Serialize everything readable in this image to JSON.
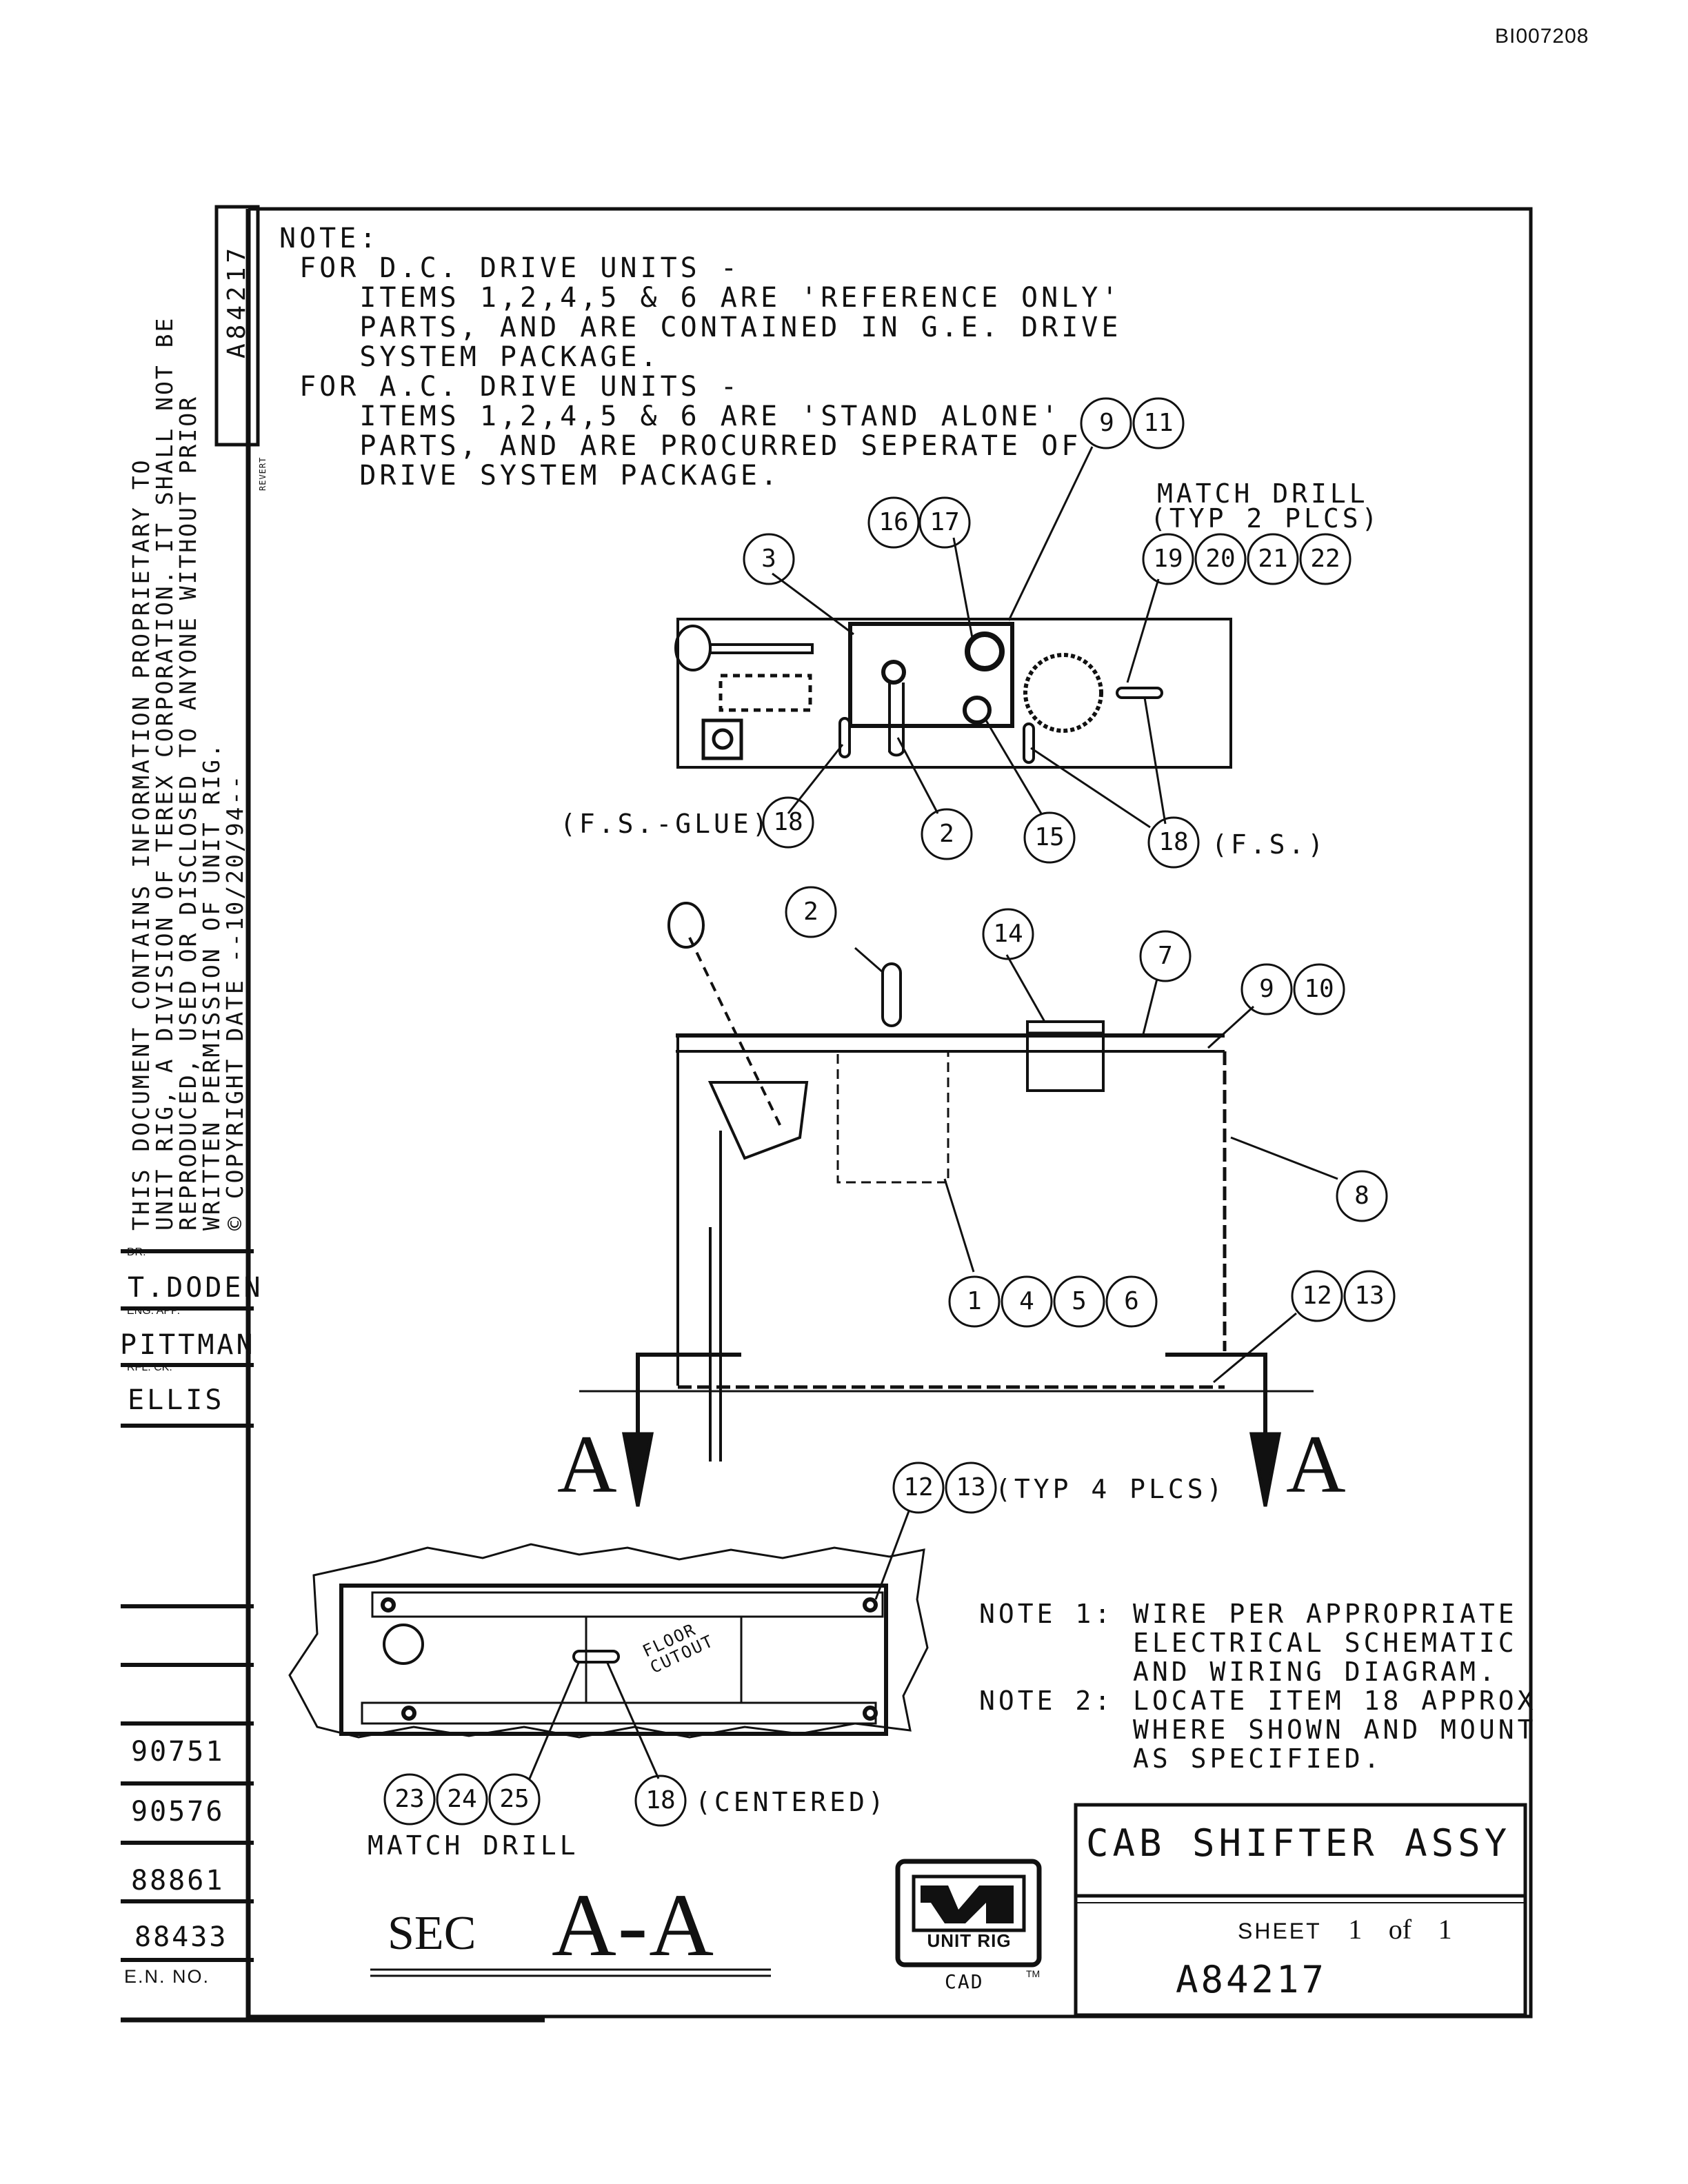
{
  "doc_id": "BI007208",
  "drawing_number_vertical": "A84217",
  "notes_top": {
    "title": "NOTE:",
    "lines": [
      "FOR D.C. DRIVE UNITS -",
      "ITEMS 1,2,4,5 & 6 ARE 'REFERENCE ONLY'",
      "PARTS, AND ARE CONTAINED IN G.E. DRIVE",
      "SYSTEM PACKAGE.",
      "FOR A.C. DRIVE UNITS -",
      "ITEMS 1,2,4,5 & 6 ARE 'STAND ALONE'",
      "PARTS, AND ARE PROCURRED SEPERATE OF",
      "DRIVE SYSTEM PACKAGE."
    ]
  },
  "proprietary": {
    "lines": [
      "THIS DOCUMENT CONTAINS INFORMATION PROPRIETARY TO",
      "UNIT RIG, A DIVISION OF TEREX CORPORATION. IT SHALL NOT BE",
      "REPRODUCED, USED OR DISCLOSED TO ANYONE WITHOUT PRIOR",
      "WRITTEN PERMISSION OF UNIT RIG.",
      "© COPYRIGHT DATE --10/20/94--"
    ]
  },
  "revert_label": "REVERT",
  "signoffs": [
    {
      "role": "DR.",
      "name": "T.DODEN"
    },
    {
      "role": "ENG. APP.",
      "name": "PITTMAN"
    },
    {
      "role": "RFL. CK.",
      "name": "ELLIS"
    }
  ],
  "en_numbers": [
    "90751",
    "90576",
    "88861",
    "88433"
  ],
  "en_label": "E.N. NO.",
  "callouts": {
    "match_drill_top": "MATCH DRILL",
    "typ2": "(TYP 2 PLCS)",
    "fs_glue": "(F.S.-GLUE)",
    "fs": "(F.S.)",
    "typ4": "(TYP 4 PLCS)",
    "centered": "(CENTERED)",
    "match_drill_bottom": "MATCH DRILL",
    "floor_cutout": [
      "FLOOR",
      "CUTOUT"
    ],
    "section_mark": "A"
  },
  "bubbles": [
    "9",
    "11",
    "16",
    "17",
    "3",
    "19",
    "20",
    "21",
    "22",
    "18",
    "2",
    "15",
    "2",
    "14",
    "7",
    "9",
    "10",
    "8",
    "1",
    "4",
    "5",
    "6",
    "12",
    "13",
    "12",
    "13",
    "23",
    "24",
    "25",
    "18"
  ],
  "notes_bottom": [
    {
      "label": "NOTE 1:",
      "lines": [
        "WIRE PER APPROPRIATE",
        "ELECTRICAL SCHEMATIC",
        "AND WIRING DIAGRAM."
      ]
    },
    {
      "label": "NOTE 2:",
      "lines": [
        "LOCATE ITEM 18 APPROX",
        "WHERE SHOWN AND MOUNT",
        "AS SPECIFIED."
      ]
    }
  ],
  "section_title": {
    "prefix": "SEC",
    "label": "A-A"
  },
  "logo": {
    "text": "UNIT RIG",
    "cad": "CAD",
    "tm": "TM"
  },
  "title_block": {
    "title": "CAB SHIFTER ASSY",
    "sheet_label": "SHEET",
    "sheet": "1",
    "of_label": "of",
    "sheet_total": "1",
    "drawing_number": "A84217"
  }
}
